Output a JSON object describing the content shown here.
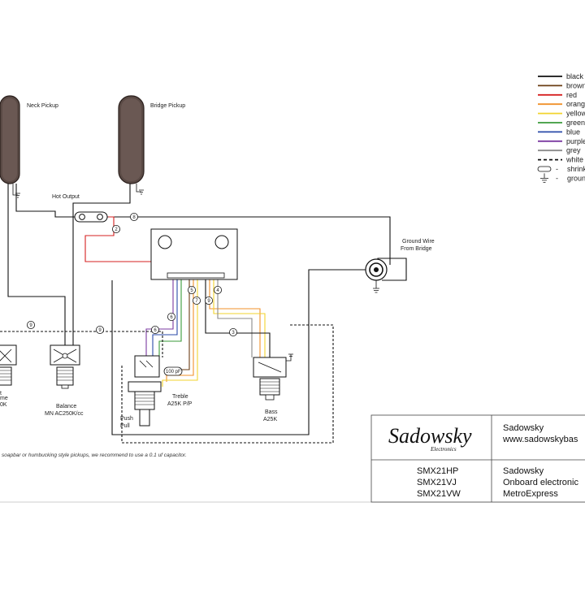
{
  "labels": {
    "neck_pickup": "Neck Pickup",
    "bridge_pickup": "Bridge Pickup",
    "hot_output": "Hot Output",
    "ground_wire_line1": "Ground Wire",
    "ground_wire_line2": "From Bridge",
    "cut_t": "t",
    "cut_me": "me",
    "cut_ok": "0K",
    "balance_line1": "Balance",
    "balance_line2": "MN AC250K/cc",
    "treble_line1": "Treble",
    "treble_line2": "A25K P/P",
    "push_line1": "Push",
    "push_line2": "Pull",
    "bass_line1": "Bass",
    "bass_line2": "A25K",
    "capacitor": "100 pF",
    "note": "soapbar or humbucking style pickups, we recommend to use a 0.1 uf capacitor."
  },
  "node_numbers": [
    "9",
    "9",
    "8",
    "2",
    "5",
    "6",
    "7",
    "4",
    "9",
    "3",
    "6"
  ],
  "legend": [
    {
      "label": "black",
      "color": "#111111",
      "dash": false
    },
    {
      "label": "brown",
      "color": "#6b3e14",
      "dash": false
    },
    {
      "label": "red",
      "color": "#d62020",
      "dash": false
    },
    {
      "label": "orange",
      "color": "#f0902a",
      "dash": false
    },
    {
      "label": "yellow",
      "color": "#f2d32e",
      "dash": false
    },
    {
      "label": "green",
      "color": "#3a9a3a",
      "dash": false
    },
    {
      "label": "blue",
      "color": "#2a4aa8",
      "dash": false
    },
    {
      "label": "purple",
      "color": "#7a3aa0",
      "dash": false
    },
    {
      "label": "grey",
      "color": "#8a8a8a",
      "dash": false
    },
    {
      "label": "white",
      "color": "#111111",
      "dash": true
    },
    {
      "label": "shrink",
      "color": "#111111",
      "dash": false
    },
    {
      "label": "ground",
      "color": "#111111",
      "dash": false
    }
  ],
  "legend_sep": "-",
  "title_block": {
    "brand": "Sadowsky",
    "brand_sub": "Electronics",
    "company": "Sadowsky",
    "website": "www.sadowskybas",
    "models": [
      "SMX21HP",
      "SMX21VJ",
      "SMX21VW"
    ],
    "desc": [
      "Sadowsky",
      "Onboard electronic",
      "MetroExpress"
    ]
  }
}
